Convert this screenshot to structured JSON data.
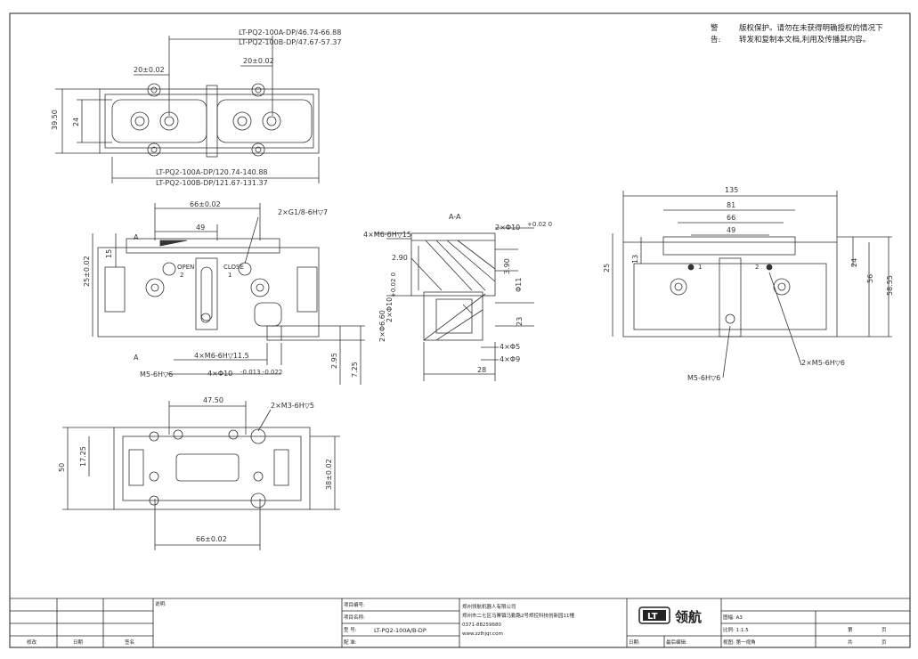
{
  "notice": {
    "label": "警告:",
    "line1": "版权保护。请勿在未获得明确授权的情况下",
    "line2": "转发和复制本文档,利用及传播其内容。"
  },
  "top_view": {
    "dim_a": "LT-PQ2-100A-DP/46.74-66.88",
    "dim_b": "LT-PQ2-100B-DP/47.67-57.37",
    "pitch_left": "20±0.02",
    "pitch_right": "20±0.02",
    "height_outer": "39.50",
    "height_inner": "24",
    "len_a": "LT-PQ2-100A-DP/120.74-140.88",
    "len_b": "LT-PQ2-100B-DP/121.67-131.37"
  },
  "front_view": {
    "width": "66±0.02",
    "inner": "49",
    "port_thread": "2×G1/8-6H▽7",
    "label_a": "A",
    "label_a_bottom": "A",
    "h1": "25±0.02",
    "h2": "15",
    "open_label": "OPEN",
    "open_no": "2",
    "close_label": "CLOSE",
    "close_no": "1",
    "thread_m6": "4×M6-6H▽11.5",
    "pin": "4×Φ10",
    "pin_tol": "-0.013 -0.022",
    "m5": "M5-6H▽6",
    "d1": "2.95",
    "d2": "7.25"
  },
  "section_view": {
    "title": "A-A",
    "m6": "4×M6-6H▽15",
    "phi10": "2×Φ10",
    "phi10_tol": "+0.02 0",
    "d290": "2.90",
    "d390": "3.90",
    "phi11": "Φ11",
    "d23": "23",
    "phi10b": "2×Φ10",
    "phi10b_tol": "+0.02 0",
    "phi660": "2×Φ6.60",
    "phi5": "4×Φ5",
    "phi9": "4×Φ9",
    "d28": "28"
  },
  "side_view": {
    "w135": "135",
    "w81": "81",
    "w66": "66",
    "w49": "49",
    "h25": "25",
    "h13": "13",
    "h24": "24",
    "h56": "56",
    "h5855": "58.55",
    "p1": "1",
    "p2": "2",
    "m5a": "2×M5-6H▽6",
    "m5b": "M5-6H▽6"
  },
  "bottom_view": {
    "w4750": "47.50",
    "m3": "2×M3-6H▽5",
    "h50": "50",
    "h1725": "17.25",
    "h38": "38±0.02",
    "w66": "66±0.02"
  },
  "title_block": {
    "explain": "说明:",
    "modify": "修改",
    "date": "日期",
    "sign": "签名",
    "project_no": "项目编号:",
    "project_name": "项目名称:",
    "model_label": "型 号:",
    "model_value": "LT-PQ2-100A/B-DP",
    "remark": "配 准:",
    "company": "郑州领航机器人有限公司",
    "address": "郑州市二七区马寨镇马勤路2号郑控科技创新园11幢",
    "phone": "0371-88259680",
    "web": "www.zzlhjqr.com",
    "logo_mark": "LT",
    "logo_text": "领航",
    "date2": "日期:",
    "last_edit": "最后编辑:",
    "paper": "图幅: A3",
    "scale": "比例: 1:1.5",
    "view": "视图: 第一视角",
    "page_label": "第",
    "page_unit": "页",
    "total_label": "共",
    "total_unit": "页"
  }
}
